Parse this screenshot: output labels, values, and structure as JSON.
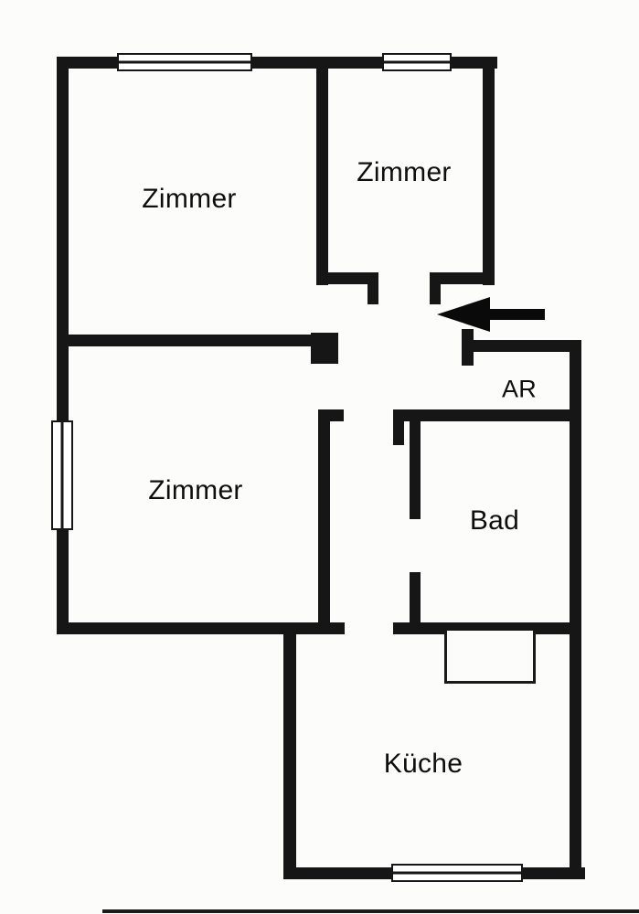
{
  "plan": {
    "type": "apartment-floor-plan",
    "language": "de"
  },
  "colors": {
    "wall": "#161616",
    "background": "#fcfcfa",
    "text": "#0e0e0e",
    "arrow": "#0a0a0a"
  },
  "rooms": [
    {
      "id": "zimmer-top-left",
      "label": "Zimmer"
    },
    {
      "id": "zimmer-top-right",
      "label": "Zimmer"
    },
    {
      "id": "zimmer-middle-left",
      "label": "Zimmer"
    },
    {
      "id": "storage-room",
      "label": "AR"
    },
    {
      "id": "bathroom",
      "label": "Bad"
    },
    {
      "id": "kitchen",
      "label": "Küche"
    }
  ],
  "icons": [
    {
      "name": "entrance-arrow-icon",
      "meaning": "entrance direction, pointing left into the apartment"
    }
  ]
}
